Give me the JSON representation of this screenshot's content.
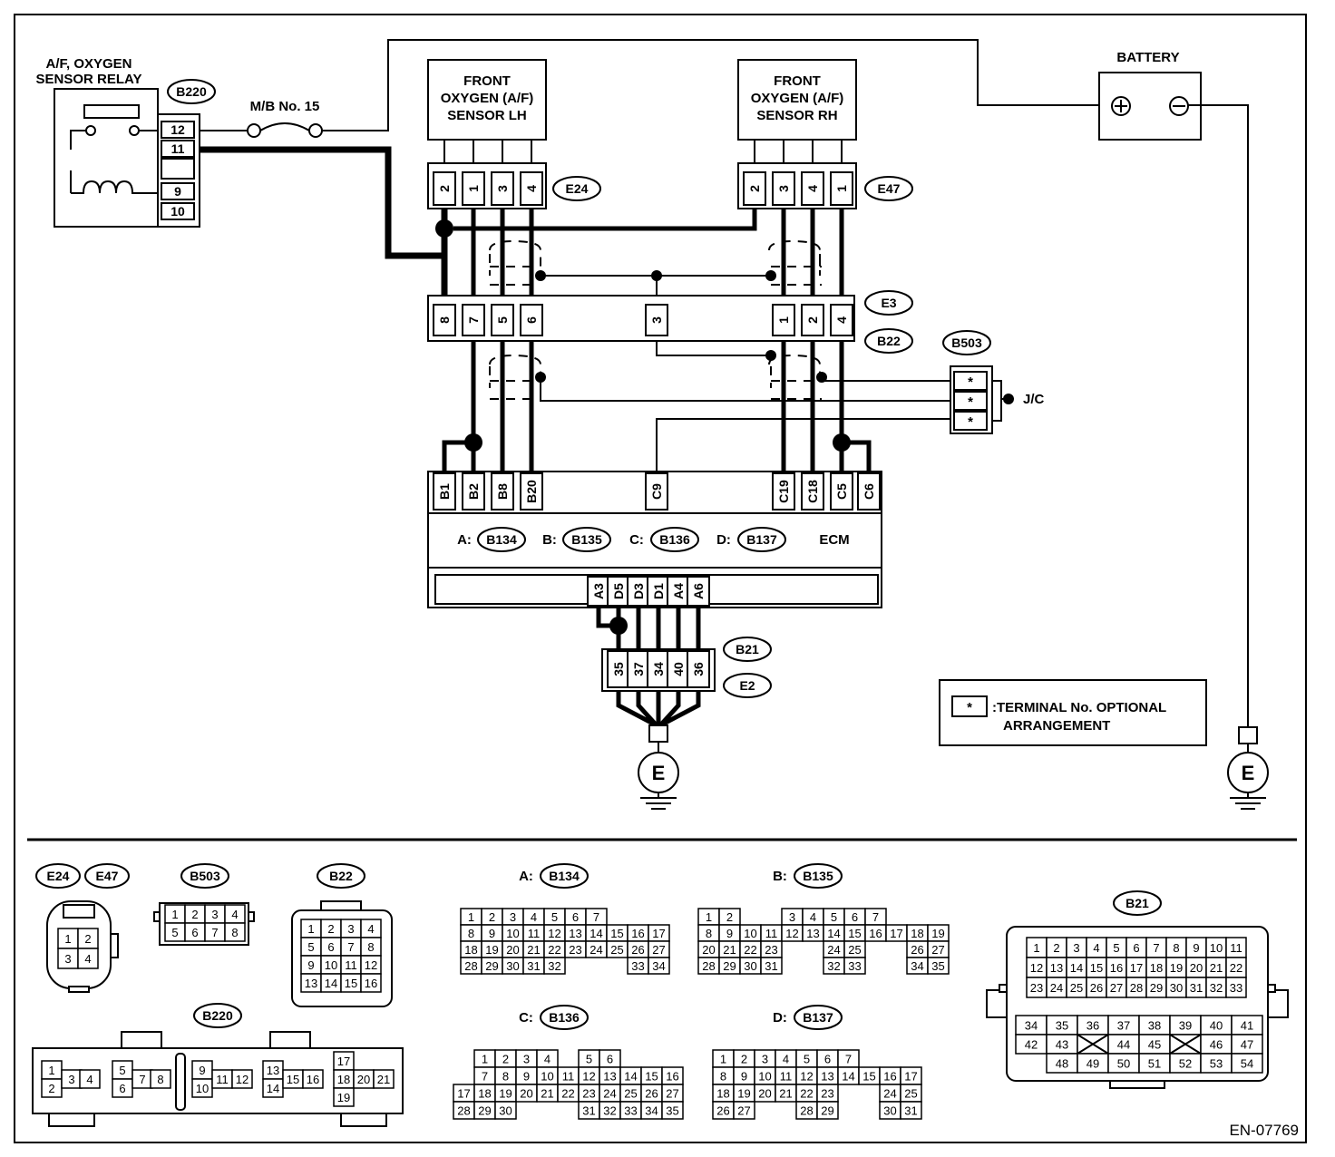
{
  "relay": {
    "title1": "A/F, OXYGEN",
    "title2": "SENSOR RELAY",
    "code": "B220",
    "pins": [
      "12",
      "11",
      "9",
      "10"
    ]
  },
  "fuse": {
    "label": "M/B No. 15"
  },
  "battery": {
    "label": "BATTERY"
  },
  "sensor_lh": {
    "l1": "FRONT",
    "l2": "OXYGEN (A/F)",
    "l3": "SENSOR LH",
    "code": "E24",
    "pins": [
      "2",
      "1",
      "3",
      "4"
    ]
  },
  "sensor_rh": {
    "l1": "FRONT",
    "l2": "OXYGEN (A/F)",
    "l3": "SENSOR RH",
    "code": "E47",
    "pins": [
      "2",
      "3",
      "4",
      "1"
    ]
  },
  "joint": {
    "code_top": "E3",
    "code_bottom": "B22",
    "pins": [
      "8",
      "7",
      "5",
      "6",
      "3",
      "1",
      "2",
      "4"
    ]
  },
  "jc": {
    "code": "B503",
    "label": "J/C",
    "pins": [
      "*",
      "*",
      "*"
    ]
  },
  "ecm": {
    "top_pins": [
      "B1",
      "B2",
      "B8",
      "B20",
      "C9",
      "C19",
      "C18",
      "C5",
      "C6"
    ],
    "conn_a": "A:",
    "code_a": "B134",
    "conn_b": "B:",
    "code_b": "B135",
    "conn_c": "C:",
    "code_c": "B136",
    "conn_d": "D:",
    "code_d": "B137",
    "label": "ECM",
    "bottom_pins": [
      "A3",
      "D5",
      "D3",
      "D1",
      "A4",
      "A6"
    ]
  },
  "ground_conn": {
    "code1": "B21",
    "code2": "E2",
    "pins": [
      "35",
      "37",
      "34",
      "40",
      "36"
    ]
  },
  "ground": {
    "label": "E"
  },
  "legend": {
    "symbol": "*",
    "line1": ":TERMINAL No. OPTIONAL",
    "line2": "ARRANGEMENT"
  },
  "figure_id": "EN-07769",
  "views": {
    "e24": "E24",
    "e47": "E47",
    "b503": "B503",
    "b22": "B22",
    "b220": "B220",
    "b21": "B21",
    "a": "A:",
    "b134": "B134",
    "b": "B:",
    "b135": "B135",
    "c": "C:",
    "b136": "B136",
    "d": "D:",
    "b137": "B137"
  }
}
